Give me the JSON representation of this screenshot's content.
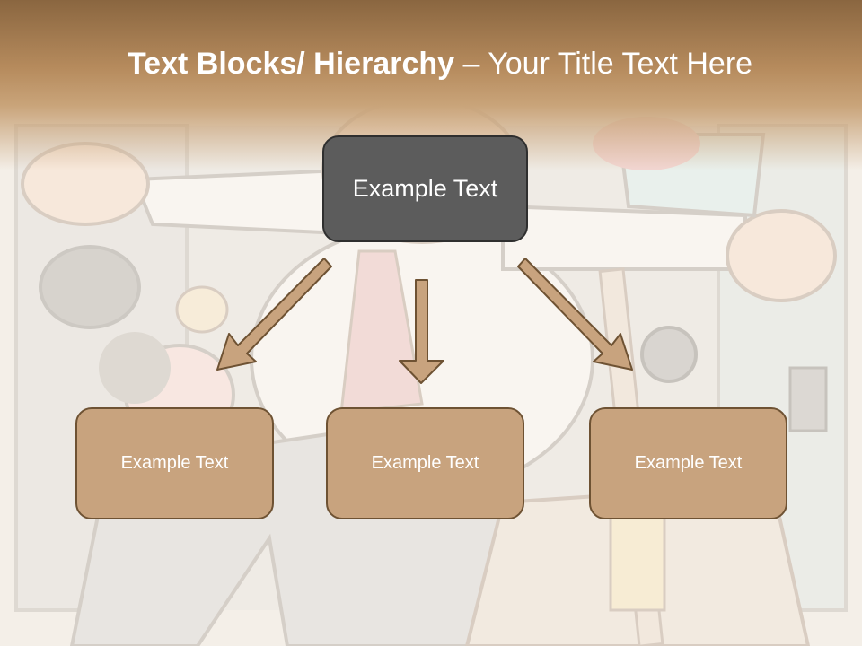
{
  "slide": {
    "title_bold": "Text Blocks/ Hierarchy",
    "title_regular": " – Your Title Text Here"
  },
  "hierarchy": {
    "top": {
      "label": "Example Text"
    },
    "children": [
      {
        "label": "Example Text"
      },
      {
        "label": "Example Text"
      },
      {
        "label": "Example Text"
      }
    ]
  },
  "colors": {
    "title_band": "#b68b5d",
    "top_node_fill": "#5c5c5c",
    "child_node_fill": "#c8a37e",
    "arrow_fill": "#c8a37e",
    "arrow_stroke": "#6e5233"
  }
}
